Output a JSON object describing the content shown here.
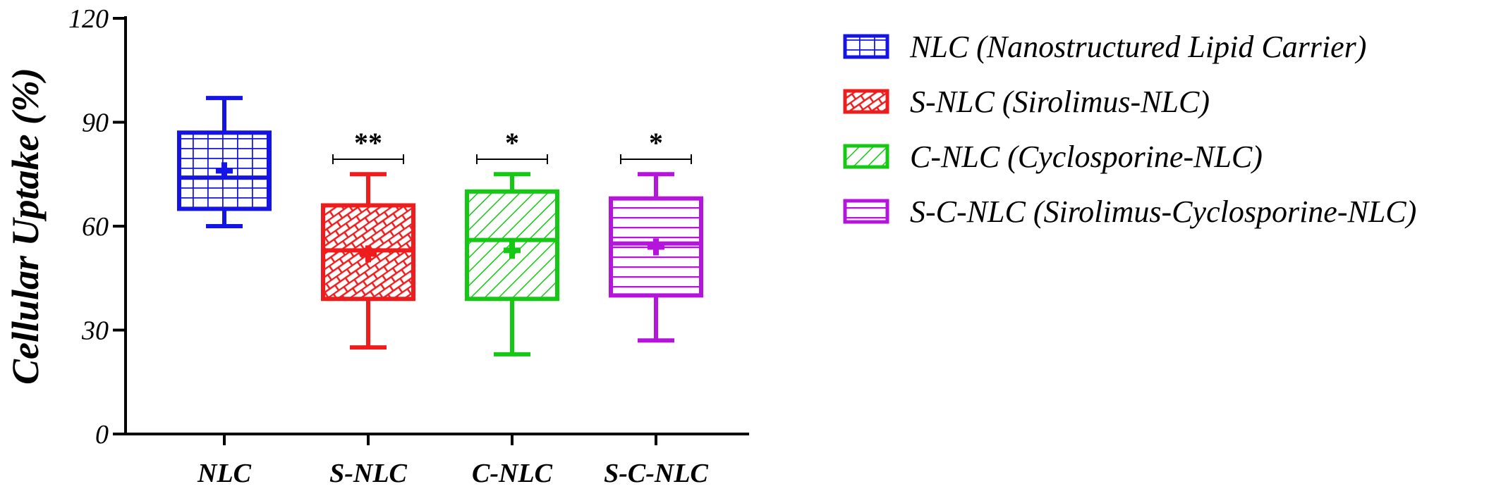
{
  "chart_data": {
    "type": "box",
    "ylabel": "Cellular Uptake (%)",
    "xlabel": "",
    "ylim": [
      0,
      120
    ],
    "yticks": [
      0,
      30,
      60,
      90,
      120
    ],
    "categories": [
      "NLC",
      "S-NLC",
      "C-NLC",
      "S-C-NLC"
    ],
    "series": [
      {
        "category": "NLC",
        "legend": "NLC (Nanostructured Lipid Carrier)",
        "color": "#1414e6",
        "pattern": "grid",
        "min": 60,
        "q1": 65,
        "median": 74,
        "q3": 87,
        "max": 97,
        "mean": 76,
        "significance": ""
      },
      {
        "category": "S-NLC",
        "legend": "S-NLC (Sirolimus-NLC)",
        "color": "#ee1c1c",
        "pattern": "brick",
        "min": 25,
        "q1": 39,
        "median": 53,
        "q3": 66,
        "max": 75,
        "mean": 52,
        "significance": "**"
      },
      {
        "category": "C-NLC",
        "legend": "C-NLC (Cyclosporine-NLC)",
        "color": "#14c814",
        "pattern": "diagonal",
        "min": 23,
        "q1": 39,
        "median": 56,
        "q3": 70,
        "max": 75,
        "mean": 53,
        "significance": "*"
      },
      {
        "category": "S-C-NLC",
        "legend": "S-C-NLC (Sirolimus-Cyclosporine-NLC)",
        "color": "#b414dc",
        "pattern": "horizontal",
        "min": 27,
        "q1": 40,
        "median": 55,
        "q3": 68,
        "max": 75,
        "mean": 54,
        "significance": "*"
      }
    ],
    "legend_position": "right",
    "grid": false
  }
}
